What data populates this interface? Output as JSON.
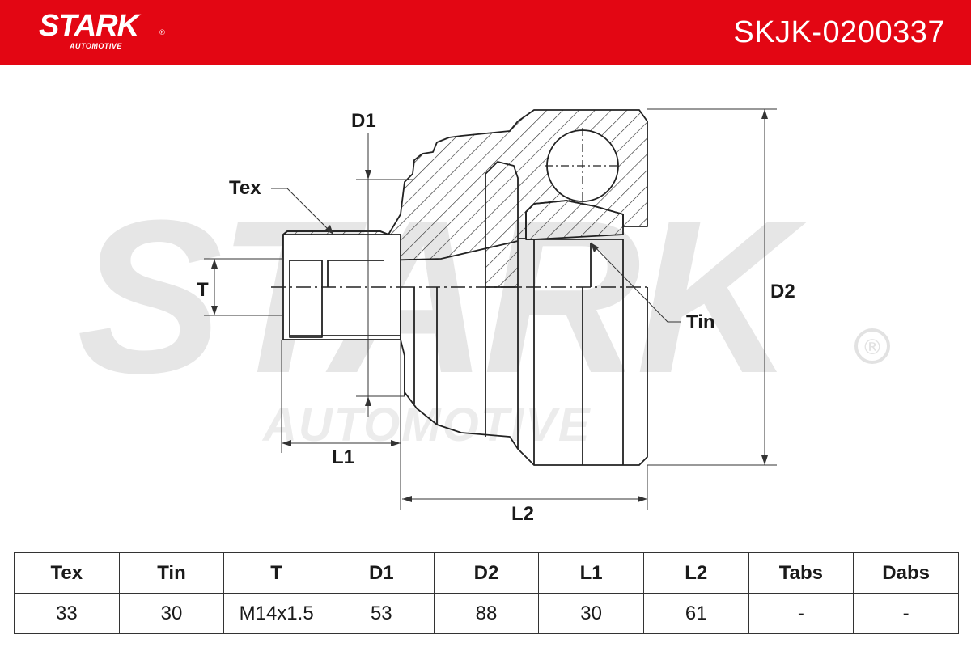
{
  "header": {
    "brand": "STARK",
    "brand_sub": "AUTOMOTIVE",
    "registered_mark": "®",
    "part_number": "SKJK-0200337",
    "accent_color": "#e30613"
  },
  "watermark": {
    "brand": "STARK",
    "sub": "AUTOMOTIVE",
    "registered_mark": "®"
  },
  "diagram": {
    "labels": {
      "d1": "D1",
      "d2": "D2",
      "tex": "Tex",
      "tin": "Tin",
      "t": "T",
      "l1": "L1",
      "l2": "L2"
    }
  },
  "spec_table": {
    "headers": [
      "Tex",
      "Tin",
      "T",
      "D1",
      "D2",
      "L1",
      "L2",
      "Tabs",
      "Dabs"
    ],
    "values": [
      "33",
      "30",
      "M14x1.5",
      "53",
      "88",
      "30",
      "61",
      "-",
      "-"
    ]
  }
}
